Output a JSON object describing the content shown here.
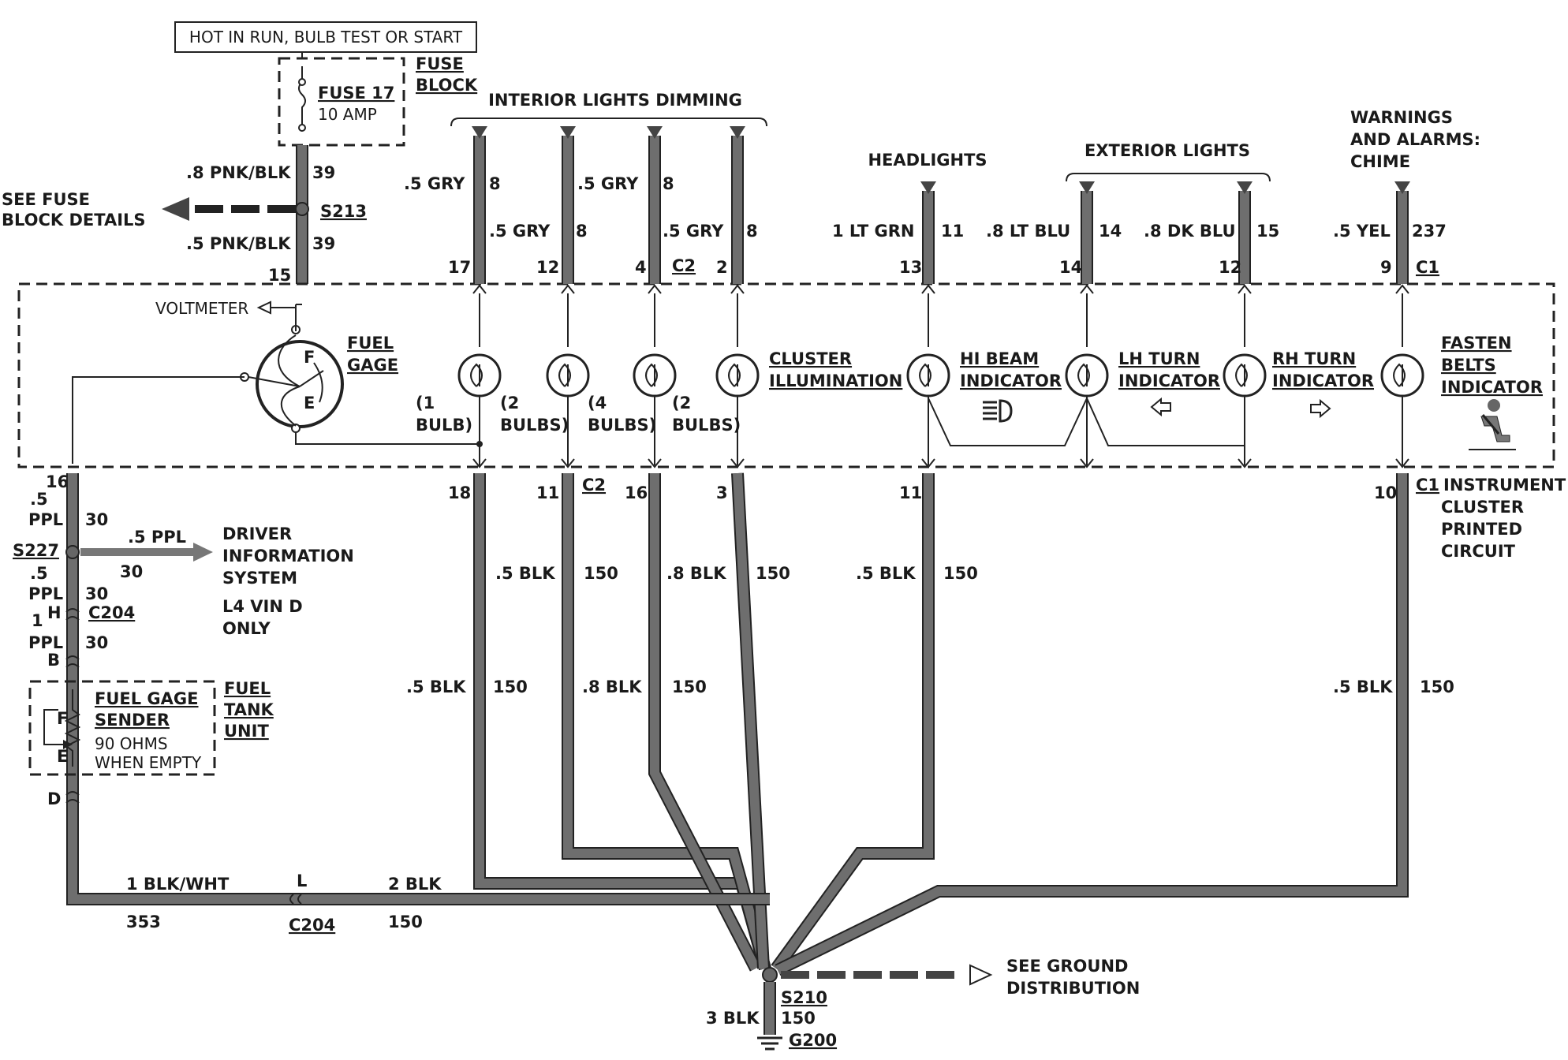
{
  "header": {
    "power_label": "HOT IN RUN, BULB TEST OR START"
  },
  "fuse_block": {
    "fuse_name": "FUSE 17",
    "fuse_rating": "10 AMP",
    "block_label_1": "FUSE",
    "block_label_2": "BLOCK"
  },
  "see_fuse": {
    "line1": "SEE FUSE",
    "line2": "BLOCK DETAILS"
  },
  "splices": {
    "s213": "S213",
    "s227": "S227",
    "s210": "S210",
    "g200": "G200"
  },
  "wires": {
    "pnk_top": ".8 PNK/BLK",
    "pnk_top_num": "39",
    "pnk_bot": ".5 PNK/BLK",
    "pnk_bot_num": "39",
    "ppl_a": ".5",
    "ppl_a2": "PPL",
    "ppl_a_num": "30",
    "ppl_b": ".5",
    "ppl_b2": "PPL",
    "ppl_b_num": "30",
    "ppl_c": "1",
    "ppl_c2": "PPL",
    "ppl_c_num": "30",
    "ppl_right": ".5 PPL",
    "ppl_right_num": "30",
    "gry1": ".5 GRY",
    "gry1_num": "8",
    "gry2": ".5 GRY",
    "gry2_num": "8",
    "gry3": ".5 GRY",
    "gry3_num": "8",
    "gry4": ".5 GRY",
    "gry4_num": "8",
    "ltgrn": "1 LT GRN",
    "ltgrn_num": "11",
    "ltblu": ".8 LT BLU",
    "ltblu_num": "14",
    "dkblu": ".8 DK BLU",
    "dkblu_num": "15",
    "yel": ".5 YEL",
    "yel_num": "237",
    "blk_a": ".5 BLK",
    "blk_a_num": "150",
    "blk_b": ".8 BLK",
    "blk_b_num": "150",
    "blk_c": ".5 BLK",
    "blk_c_num": "150",
    "blk_d": ".5 BLK",
    "blk_d_num": "150",
    "blk_e": ".8 BLK",
    "blk_e_num": "150",
    "blk_f": ".5 BLK",
    "blk_f_num": "150",
    "blkwht": "1 BLK/WHT",
    "blkwht_num": "353",
    "blk2": "2 BLK",
    "blk2_num": "150",
    "blk3": "3 BLK",
    "blk3_num": "150"
  },
  "groups": {
    "interior": "INTERIOR LIGHTS DIMMING",
    "headlights": "HEADLIGHTS",
    "exterior": "EXTERIOR LIGHTS",
    "warnings1": "WARNINGS",
    "warnings2": "AND ALARMS:",
    "warnings3": "CHIME"
  },
  "pins_top": {
    "p15": "15",
    "p17": "17",
    "p12a": "12",
    "p4": "4",
    "c2": "C2",
    "p2": "2",
    "p13": "13",
    "p14": "14",
    "p12b": "12",
    "p9": "9",
    "c1": "C1"
  },
  "pins_bot": {
    "p16": "16",
    "p18": "18",
    "p11a": "11",
    "c2": "C2",
    "p16b": "16",
    "p3": "3",
    "p11b": "11",
    "p10": "10",
    "c1": "C1"
  },
  "cluster": {
    "voltmeter": "VOLTMETER",
    "fuel_gage_1": "FUEL",
    "fuel_gage_2": "GAGE",
    "gage_f": "F",
    "gage_e": "E",
    "bulb1a": "(1",
    "bulb1b": "BULB)",
    "bulb2a": "(2",
    "bulb2b": "BULBS)",
    "bulb3a": "(4",
    "bulb3b": "BULBS)",
    "bulb4a": "(2",
    "bulb4b": "BULBS)",
    "cluster_ill_1": "CLUSTER",
    "cluster_ill_2": "ILLUMINATION",
    "hibeam_1": "HI BEAM",
    "hibeam_2": "INDICATOR",
    "lhturn_1": "LH TURN",
    "lhturn_2": "INDICATOR",
    "rhturn_1": "RH TURN",
    "rhturn_2": "INDICATOR",
    "belts_1": "FASTEN",
    "belts_2": "BELTS",
    "belts_3": "INDICATOR",
    "ic_1": "INSTRUMENT",
    "ic_2": "CLUSTER",
    "ic_3": "PRINTED",
    "ic_4": "CIRCUIT"
  },
  "dis": {
    "line1": "DRIVER",
    "line2": "INFORMATION",
    "line3": "SYSTEM",
    "note1": "L4 VIN D",
    "note2": "ONLY"
  },
  "connectors": {
    "c204a": "C204",
    "h": "H",
    "b": "B",
    "d": "D",
    "l": "L",
    "c204b": "C204"
  },
  "sender": {
    "name1": "FUEL GAGE",
    "name2": "SENDER",
    "spec1": "90 OHMS",
    "spec2": "WHEN EMPTY",
    "f": "F",
    "e": "E",
    "unit1": "FUEL",
    "unit2": "TANK",
    "unit3": "UNIT"
  },
  "ground": {
    "line1": "SEE GROUND",
    "line2": "DISTRIBUTION"
  }
}
